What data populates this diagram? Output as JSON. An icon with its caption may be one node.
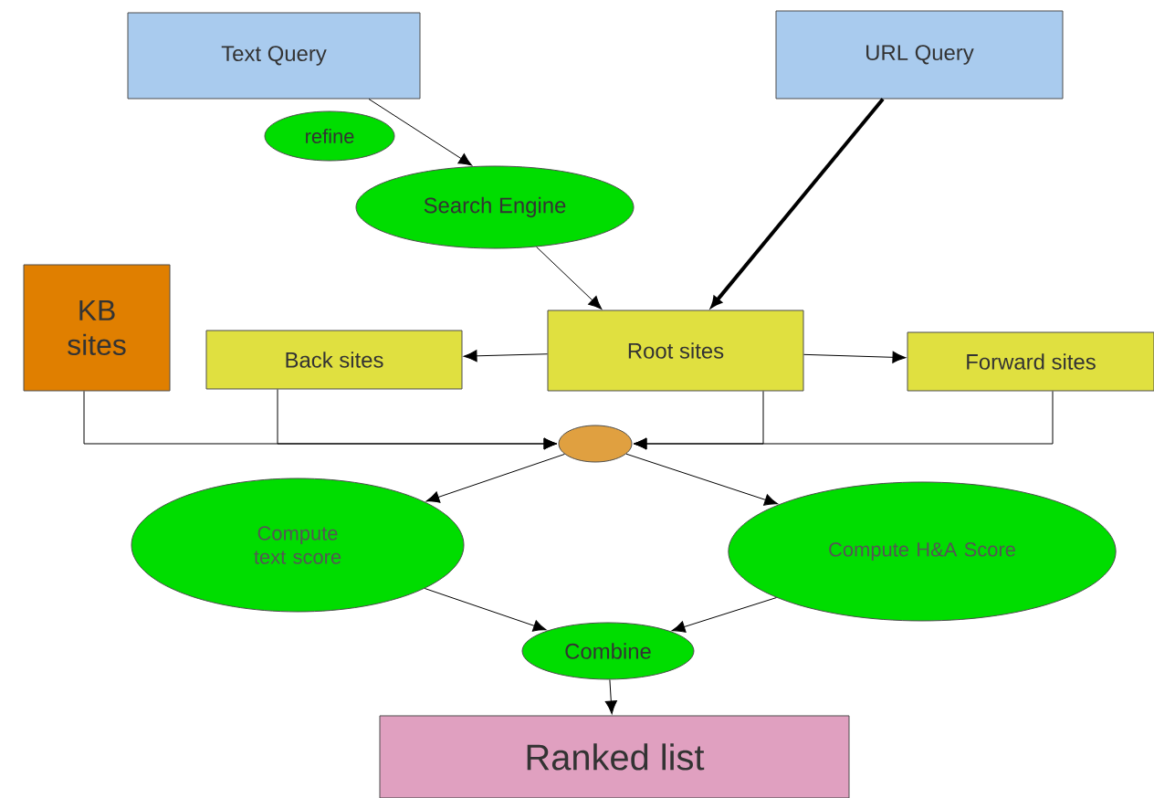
{
  "diagram": {
    "nodes": [
      {
        "text": [
          "Text Query"
        ]
      },
      {
        "text": [
          "URL Query"
        ]
      },
      {
        "text": [
          "refine"
        ]
      },
      {
        "text": [
          "Search Engine"
        ]
      },
      {
        "text": [
          "KB sites"
        ]
      },
      {
        "text": [
          "Back sites"
        ]
      },
      {
        "text": [
          "Root sites"
        ]
      },
      {
        "text": [
          "Forward sites"
        ]
      },
      {
        "text": [],
        "shape": "circle"
      },
      {
        "text": [
          "Compute text score"
        ]
      },
      {
        "text": [
          "Compute H&A Score"
        ]
      },
      {
        "text": [
          "Combine"
        ]
      },
      {
        "text": [
          "Ranked list"
        ]
      }
    ],
    "edges": [
      {
        "from": 0,
        "to": 3,
        "arrow": "to"
      },
      {
        "from": 1,
        "to": 6,
        "arrow": "to",
        "style": "thick"
      },
      {
        "from": 3,
        "to": 6,
        "arrow": "to"
      },
      {
        "from": 6,
        "to": 5,
        "arrow": "to"
      },
      {
        "from": 6,
        "to": 7,
        "arrow": "to"
      },
      {
        "from": 4,
        "to": 8,
        "arrow": "to"
      },
      {
        "from": 5,
        "to": 8,
        "arrow": "to"
      },
      {
        "from": 6,
        "to": 8,
        "arrow": "to"
      },
      {
        "from": 7,
        "to": 8,
        "arrow": "to"
      },
      {
        "from": 8,
        "to": 9,
        "arrow": "to"
      },
      {
        "from": 8,
        "to": 10,
        "arrow": "to"
      },
      {
        "from": 9,
        "to": 11,
        "arrow": "to"
      },
      {
        "from": 10,
        "to": 11,
        "arrow": "to"
      },
      {
        "from": 11,
        "to": 12,
        "arrow": "to"
      }
    ]
  }
}
